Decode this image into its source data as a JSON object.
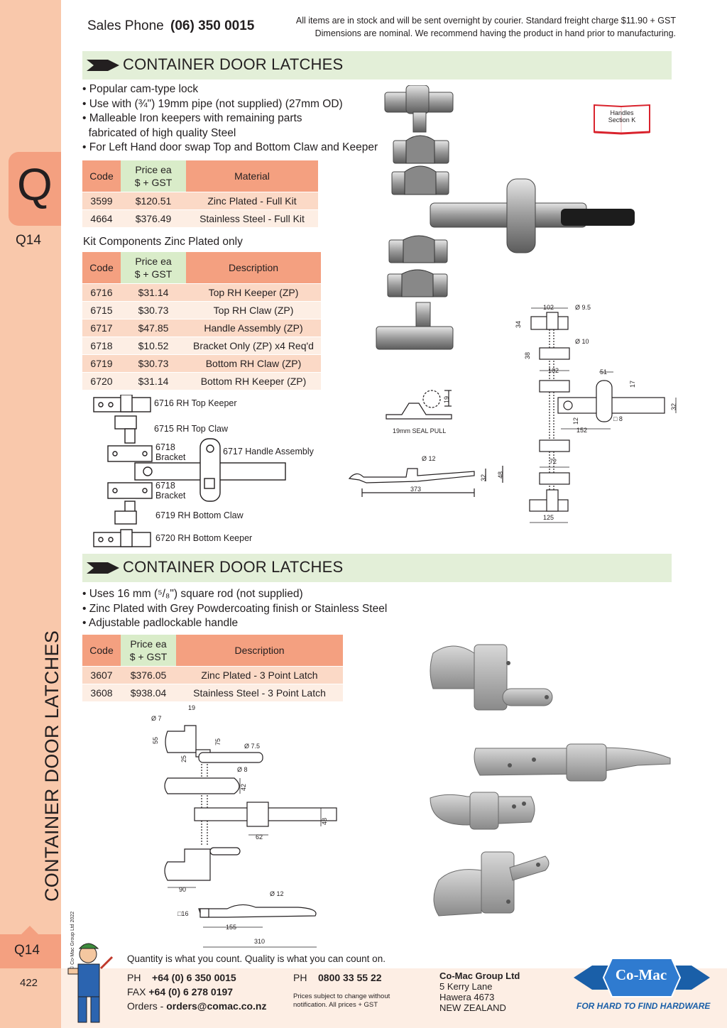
{
  "side": {
    "section_letter": "Q",
    "page_code_top": "Q14",
    "vertical_title": "CONTAINER DOOR LATCHES",
    "copyright": "© Co-Mac Group Ltd 2022",
    "page_code_bottom": "Q14",
    "page_number": "422"
  },
  "header": {
    "sales_label": "Sales Phone",
    "sales_phone": "(06) 350 0015",
    "notice_line1": "All items are in stock and will be sent overnight by courier. Standard freight charge $11.90 + GST",
    "notice_line2": "Dimensions are nominal. We recommend having the product in hand prior to manufacturing."
  },
  "section1": {
    "title": "CONTAINER DOOR LATCHES",
    "bullets": [
      "• Popular cam-type lock",
      "• Use with (¾\") 19mm pipe (not  supplied) (27mm OD)",
      "• Malleable Iron keepers with remaining parts",
      "  fabricated of high quality Steel",
      "• For Left Hand door swap Top and Bottom Claw and Keeper"
    ],
    "handles_ref": [
      "Handles",
      "Section K"
    ],
    "table1": {
      "headers": [
        "Code",
        "Price ea",
        "$ + GST",
        "Material"
      ],
      "rows": [
        [
          "3599",
          "$120.51",
          "Zinc Plated - Full Kit"
        ],
        [
          "4664",
          "$376.49",
          "Stainless Steel - Full Kit"
        ]
      ]
    },
    "kit_heading": "Kit Components Zinc Plated only",
    "table2": {
      "headers": [
        "Code",
        "Price ea",
        "$ + GST",
        "Description"
      ],
      "rows": [
        [
          "6716",
          "$31.14",
          "Top RH Keeper (ZP)"
        ],
        [
          "6715",
          "$30.73",
          "Top RH Claw (ZP)"
        ],
        [
          "6717",
          "$47.85",
          "Handle Assembly (ZP)"
        ],
        [
          "6718",
          "$10.52",
          "Bracket Only (ZP) x4 Req'd"
        ],
        [
          "6719",
          "$30.73",
          "Bottom RH Claw (ZP)"
        ],
        [
          "6720",
          "$31.14",
          "Bottom RH Keeper (ZP)"
        ]
      ]
    },
    "parts_labels": {
      "p6716": "6716 RH Top Keeper",
      "p6715": "6715 RH Top Claw",
      "p6718a": "6718",
      "p6718a2": "Bracket",
      "p6717": "6717 Handle Assembly",
      "p6718b": "6718",
      "p6718b2": "Bracket",
      "p6719": "6719 RH Bottom Claw",
      "p6720": "6720 RH Bottom Keeper"
    },
    "seal_pull": "19mm SEAL PULL",
    "dims": {
      "d19": "19",
      "d12": "Ø 12",
      "d373": "373",
      "d32": "32",
      "d48": "48",
      "d102a": "102",
      "d95": "Ø 9.5",
      "d34": "34",
      "d10": "Ø 10",
      "d38": "38",
      "d102b": "102",
      "d51": "51",
      "d17": "17",
      "d32b": "32",
      "d12b": "12",
      "d8": "□ 8",
      "d152": "152",
      "d72": "72",
      "d125": "125"
    }
  },
  "section2": {
    "title": "CONTAINER DOOR LATCHES",
    "bullets": [
      "• Uses 16 mm (⁵/₈\") square rod (not supplied)",
      "• Zinc Plated with Grey Powdercoating finish or Stainless Steel",
      "• Adjustable padlockable handle"
    ],
    "table": {
      "headers": [
        "Code",
        "Price ea",
        "$ + GST",
        "Description"
      ],
      "rows": [
        [
          "3607",
          "$376.05",
          "Zinc Plated - 3 Point Latch"
        ],
        [
          "3608",
          "$938.04",
          "Stainless Steel - 3 Point Latch"
        ]
      ]
    },
    "dims": {
      "d19": "19",
      "d7": "Ø 7",
      "d55": "55",
      "d75": "75",
      "d75b": "Ø 7.5",
      "d25": "25",
      "d8": "Ø 8",
      "d42": "42",
      "d48": "48",
      "d62": "62",
      "d90": "90",
      "d12": "Ø 12",
      "d16": "□16",
      "d155": "155",
      "d310": "310"
    }
  },
  "footer": {
    "tagline": "Quantity is what you count. Quality is what you can count on.",
    "ph_label": "PH",
    "ph": "+64 (0) 6 350 0015",
    "fax_label": "FAX",
    "fax": "+64 (0) 6 278 0197",
    "orders_label": "Orders -",
    "orders": "orders@comac.co.nz",
    "ph2_label": "PH",
    "ph2": "0800 33 55 22",
    "prices_note1": "Prices subject to change without",
    "prices_note2": "notification. All prices + GST",
    "company_name": "Co-Mac Group Ltd",
    "address1": "5 Kerry Lane",
    "address2": "Hawera 4673",
    "address3": "NEW ZEALAND",
    "logo_text": "Co-Mac",
    "slogan": "FOR HARD TO FIND HARDWARE"
  }
}
